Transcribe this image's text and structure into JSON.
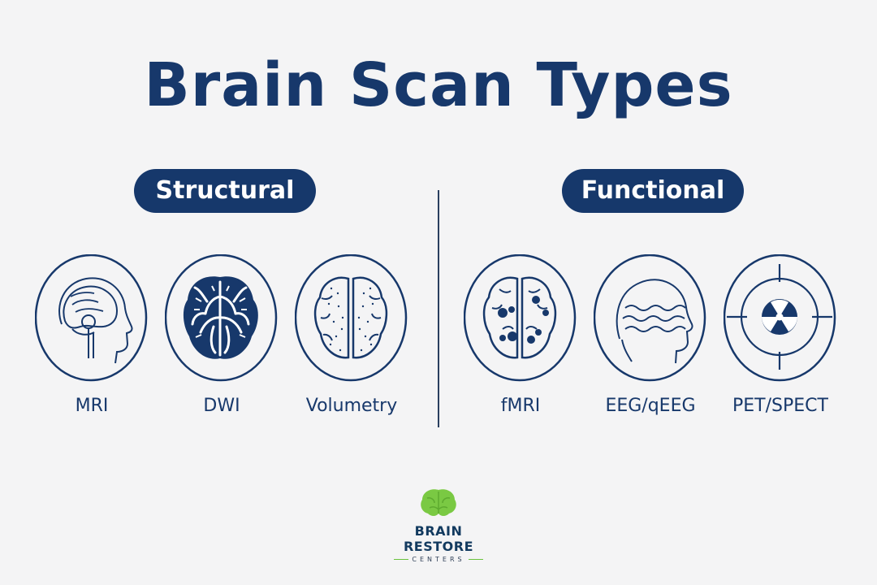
{
  "title": "Brain Scan Types",
  "categories": {
    "structural": "Structural",
    "functional": "Functional"
  },
  "items": [
    {
      "label": "MRI",
      "icon": "head-brain-profile-icon"
    },
    {
      "label": "DWI",
      "icon": "brain-tracts-icon"
    },
    {
      "label": "Volumetry",
      "icon": "brain-dotted-icon"
    },
    {
      "label": "fMRI",
      "icon": "brain-activation-icon"
    },
    {
      "label": "EEG/qEEG",
      "icon": "head-waves-icon"
    },
    {
      "label": "PET/SPECT",
      "icon": "radiation-target-icon"
    }
  ],
  "logo": {
    "name": "BRAIN RESTORE",
    "sub": "CENTERS"
  },
  "colors": {
    "primary": "#17386b",
    "background": "#f4f4f5",
    "logo_green": "#7ac943"
  }
}
